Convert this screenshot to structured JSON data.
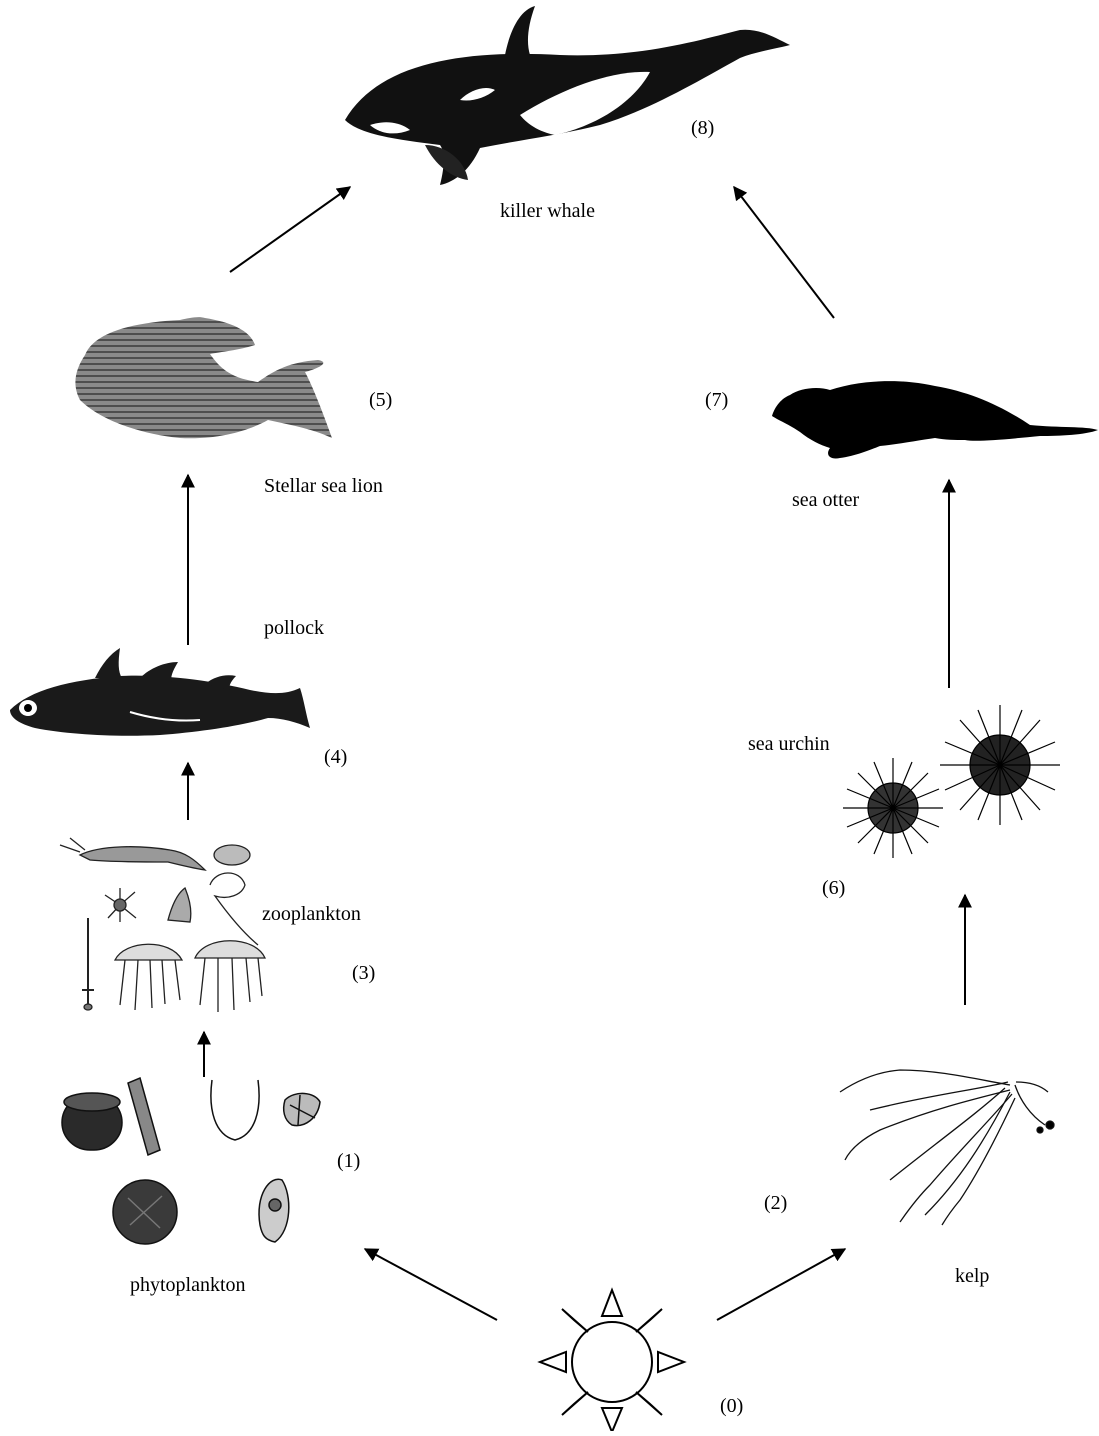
{
  "organisms": {
    "killer_whale": {
      "label": "killer whale",
      "number": "(8)"
    },
    "stellar_sea_lion": {
      "label": "Stellar sea lion",
      "number": "(5)"
    },
    "sea_otter": {
      "label": "sea otter",
      "number": "(7)"
    },
    "pollock": {
      "label": "pollock",
      "number": "(4)"
    },
    "sea_urchin": {
      "label": "sea urchin",
      "number": "(6)"
    },
    "zooplankton": {
      "label": "zooplankton",
      "number": "(3)"
    },
    "phytoplankton": {
      "label": "phytoplankton",
      "number": "(1)"
    },
    "kelp": {
      "label": "kelp",
      "number": "(2)"
    },
    "sun": {
      "number": "(0)"
    }
  },
  "links": [
    {
      "from": "sun",
      "to": "phytoplankton"
    },
    {
      "from": "sun",
      "to": "kelp"
    },
    {
      "from": "phytoplankton",
      "to": "zooplankton"
    },
    {
      "from": "zooplankton",
      "to": "pollock"
    },
    {
      "from": "pollock",
      "to": "stellar_sea_lion"
    },
    {
      "from": "stellar_sea_lion",
      "to": "killer_whale"
    },
    {
      "from": "kelp",
      "to": "sea_urchin"
    },
    {
      "from": "sea_urchin",
      "to": "sea_otter"
    },
    {
      "from": "sea_otter",
      "to": "killer_whale"
    }
  ],
  "colors": {
    "ink": "#000000",
    "sea_lion_gray": "#6e6e6e",
    "whale_patch": "#ffffff"
  }
}
